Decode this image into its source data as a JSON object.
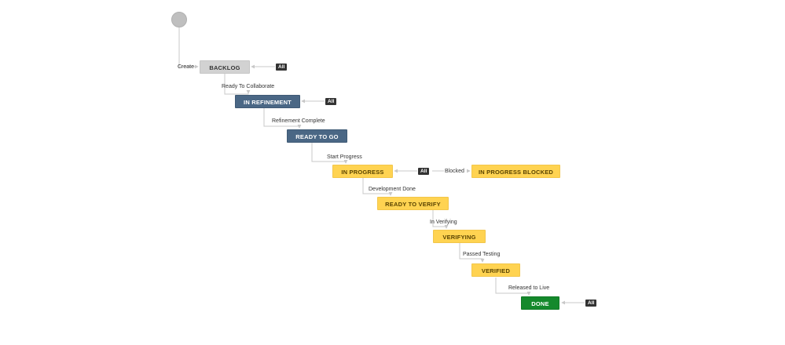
{
  "statuses": {
    "backlog": "BACKLOG",
    "in_refinement": "IN REFINEMENT",
    "ready_to_go": "READY TO GO",
    "in_progress": "IN PROGRESS",
    "in_progress_blocked": "IN PROGRESS BLOCKED",
    "ready_to_verify": "READY TO VERIFY",
    "verifying": "VERIFYING",
    "verified": "VERIFIED",
    "done": "DONE"
  },
  "transitions": {
    "create": "Create",
    "ready_to_collaborate": "Ready To Collaborate",
    "refinement_complete": "Refinement Complete",
    "start_progress": "Start Progress",
    "blocked": "Blocked",
    "development_done": "Development Done",
    "in_verifying": "In Verifying",
    "passed_testing": "Passed Testing",
    "released_to_live": "Released to Live"
  },
  "global_badge": "All",
  "colors": {
    "todo": "#d2d2d2",
    "in_progress_blue": "#4a6785",
    "in_progress_yellow": "#ffd351",
    "done": "#14892c",
    "connector": "#c8c8c8"
  }
}
